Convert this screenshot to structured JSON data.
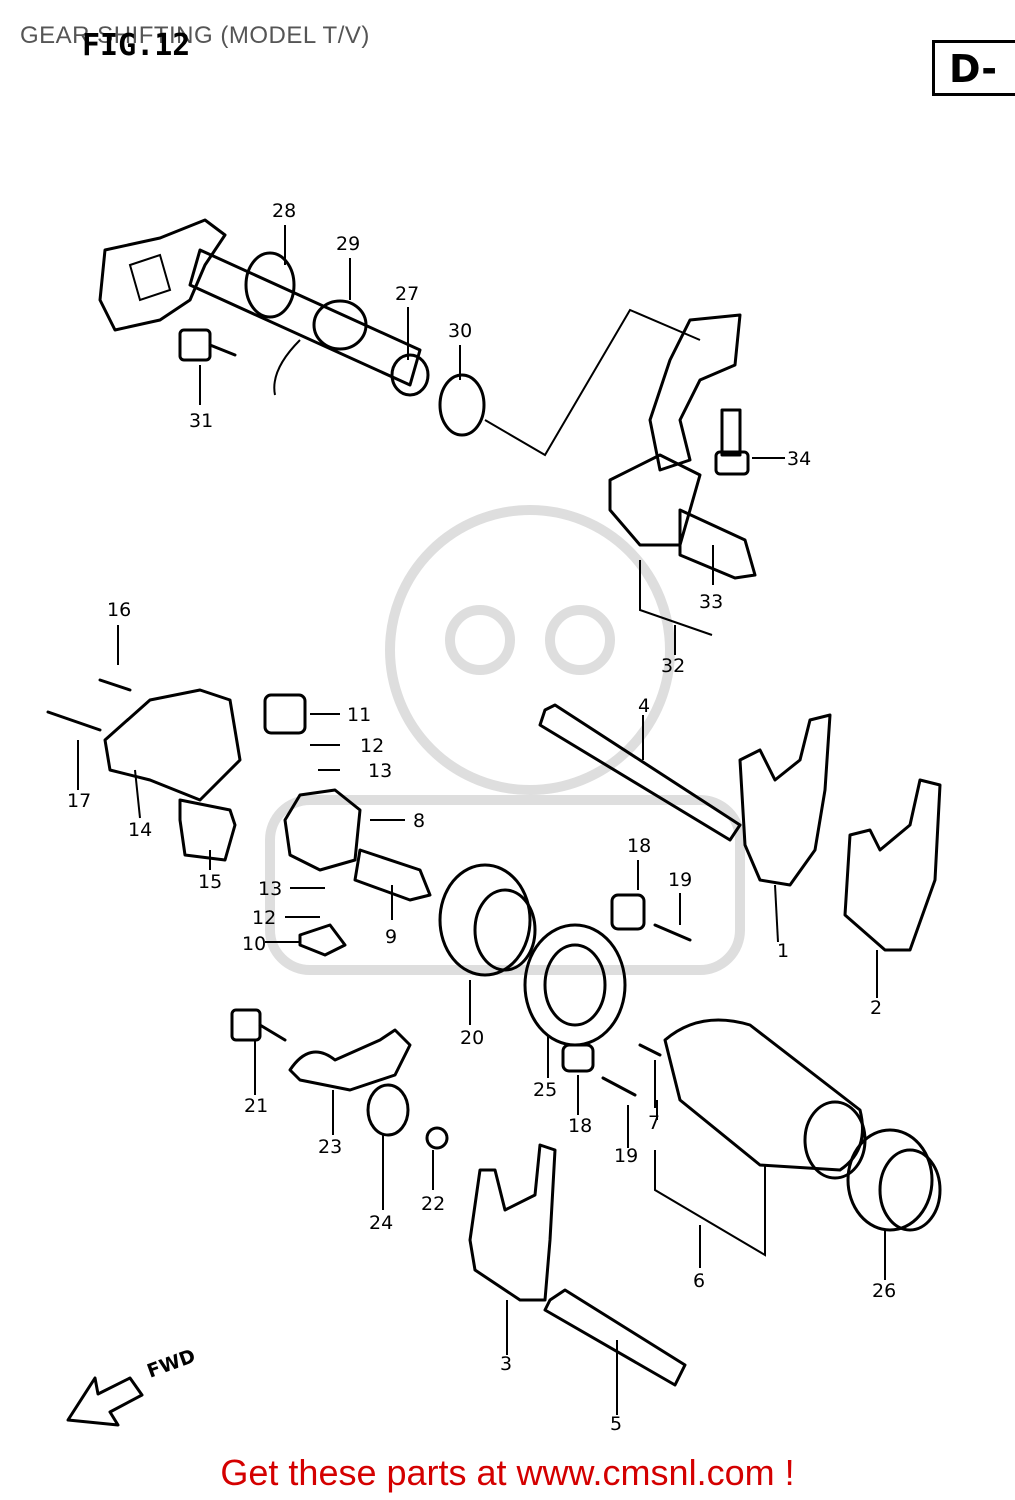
{
  "header": {
    "title": "GEAR SHIFTING (MODEL T/V)",
    "fig_label": "FIG.12",
    "section_mark": "D-"
  },
  "diagram": {
    "callouts": [
      "1",
      "2",
      "3",
      "4",
      "5",
      "6",
      "7",
      "8",
      "9",
      "10",
      "11",
      "12",
      "12",
      "13",
      "13",
      "14",
      "15",
      "16",
      "17",
      "18",
      "18",
      "19",
      "19",
      "20",
      "21",
      "22",
      "23",
      "24",
      "25",
      "26",
      "27",
      "28",
      "29",
      "30",
      "31",
      "32",
      "33",
      "34"
    ],
    "direction_label": "FWD"
  },
  "footer": {
    "text": "Get these parts at www.cmsnl.com !",
    "color": "#d40000"
  }
}
